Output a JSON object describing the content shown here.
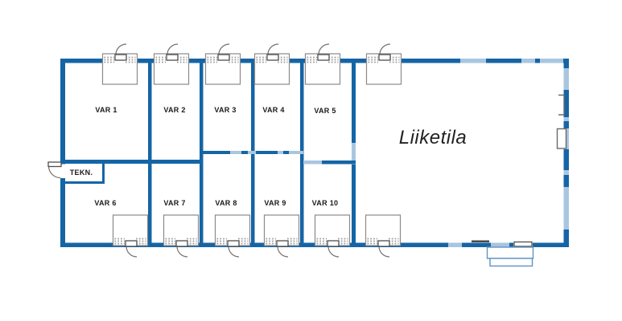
{
  "floorplan": {
    "rooms": [
      {
        "id": "var-1",
        "label": "VAR 1"
      },
      {
        "id": "var-2",
        "label": "VAR 2"
      },
      {
        "id": "var-3",
        "label": "VAR 3"
      },
      {
        "id": "var-4",
        "label": "VAR 4"
      },
      {
        "id": "var-5",
        "label": "VAR 5"
      },
      {
        "id": "var-6",
        "label": "VAR 6"
      },
      {
        "id": "var-7",
        "label": "VAR 7"
      },
      {
        "id": "var-8",
        "label": "VAR 8"
      },
      {
        "id": "var-9",
        "label": "VAR 9"
      },
      {
        "id": "var-10",
        "label": "VAR 10"
      }
    ],
    "tech_room": {
      "label": "TEKN."
    },
    "commercial_space": {
      "label": "Liiketila"
    },
    "colors": {
      "wall": "#1565a6",
      "window": "#a9c6e0",
      "door_outline": "#8a8a8a",
      "door_leaf": "#4f4f4f",
      "porch": "#5e94c4",
      "text": "#1a1a1a"
    }
  }
}
